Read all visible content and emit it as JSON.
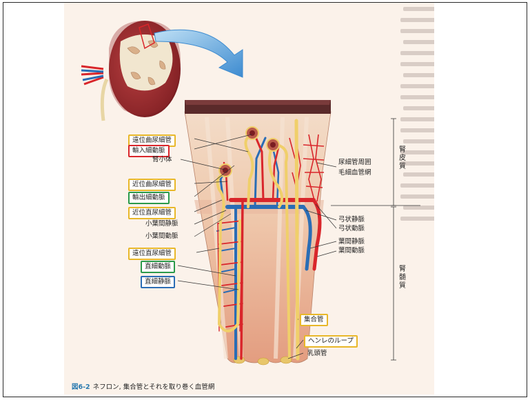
{
  "labels_left": {
    "distal_tubule": "遠位曲尿細管",
    "afferent_arteriole": "輸入細動脈",
    "renal_corpuscle": "腎小体",
    "proximal_tubule": "近位曲尿細管",
    "efferent_arteriole": "輸出細動脈",
    "proximal_straight": "近位直尿細管",
    "interlobular_vein": "小葉間静脈",
    "interlobular_artery": "小葉間動脈",
    "distal_straight": "遠位直尿細管",
    "vasa_recta_artery": "直細動脈",
    "vasa_recta_vein": "直細静脈"
  },
  "labels_right": {
    "capillary_network_1": "尿細管周囲",
    "capillary_network_2": "毛細血管網",
    "arcuate_vein": "弓状静脈",
    "arcuate_artery": "弓状動脈",
    "interlobar_vein": "葉間静脈",
    "interlobar_artery": "葉間動脈",
    "collecting_duct": "集合管",
    "loop_of_henle": "ヘンレのループ",
    "papillary_duct": "乳頭管"
  },
  "zones": {
    "cortex": "腎皮質",
    "medulla": "腎髄質"
  },
  "caption": {
    "number": "図6-2",
    "text": "ネフロン, 集合管とそれを取り巻く血管網"
  },
  "colors": {
    "artery": "#d9262b",
    "vein": "#2a6db5",
    "tubule": "#f0cf6a",
    "tissue_top": "#efd0b8",
    "tissue_bottom": "#e7a98c",
    "capsule": "#5a2a2a",
    "arrow": "#3d8bd0"
  }
}
